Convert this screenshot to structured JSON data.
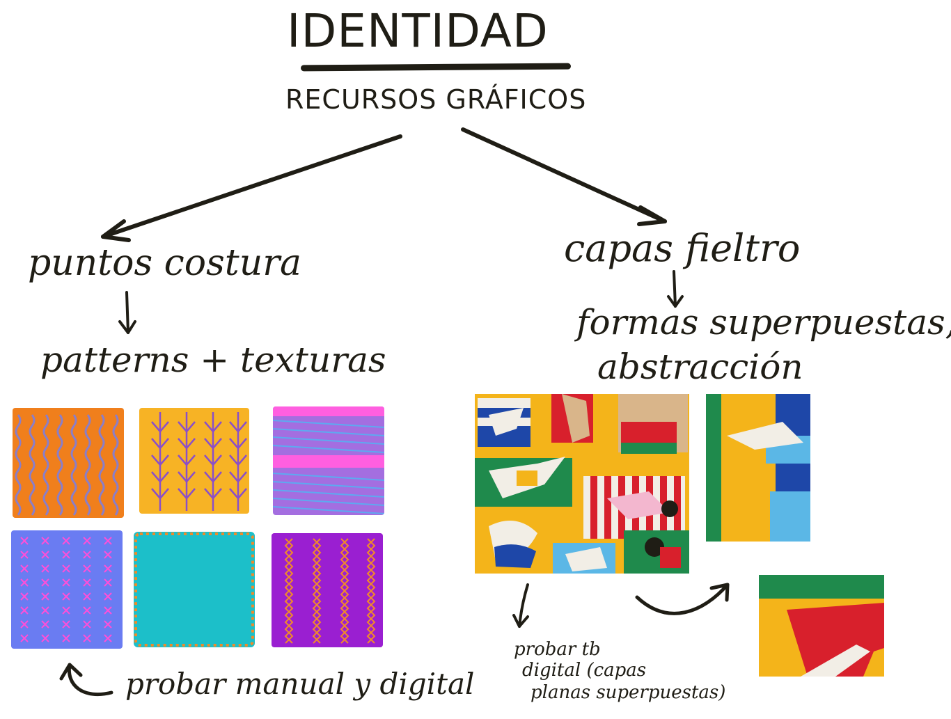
{
  "title": "IDENTIDAD",
  "subtitle": "RECURSOS GRÁFICOS",
  "left_branch": {
    "label": "puntos costura",
    "sublabel": "patterns + texturas",
    "note": "probar manual y digital"
  },
  "right_branch": {
    "label": "capas fieltro",
    "sublabel_line1": "formas superpuestas,",
    "sublabel_line2": "abstracción",
    "note_line1": "probar tb",
    "note_line2": "digital (capas",
    "note_line3": "planas superpuestas)"
  },
  "swatches": [
    {
      "name": "orange-pattern",
      "bg": "#f07f1c",
      "stitch": "#8a7ec8"
    },
    {
      "name": "yellow-pattern",
      "bg": "#f7b325",
      "stitch": "#8a4fc9"
    },
    {
      "name": "striped-pattern",
      "bg": "#a46ee0",
      "stitch": "#ff5fe0"
    },
    {
      "name": "blue-pattern",
      "bg": "#6a7cf2",
      "stitch": "#ff4fd8"
    },
    {
      "name": "teal-pattern",
      "bg": "#1cbfc9",
      "stitch": "#f08a2a"
    },
    {
      "name": "purple-pattern",
      "bg": "#9a1fd1",
      "stitch": "#f08a2a"
    }
  ],
  "colors": {
    "ink": "#1f1d15",
    "felt_yellow": "#f4b41a",
    "felt_green": "#1f8a4c",
    "felt_red": "#d8202c",
    "felt_blue": "#1e47a8",
    "felt_lightblue": "#5bb7e6",
    "felt_white": "#f2eee6"
  }
}
